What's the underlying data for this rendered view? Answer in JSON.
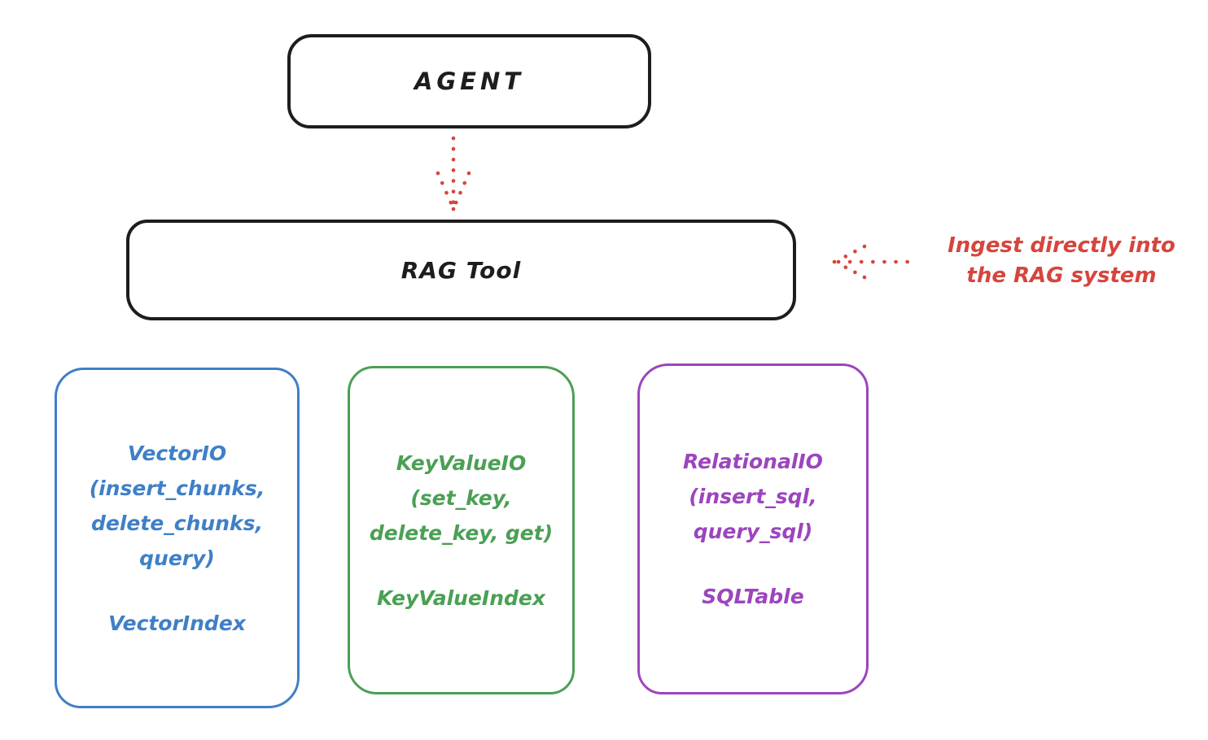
{
  "diagram": {
    "background": "#ffffff",
    "colors": {
      "ink": "#1d1d1d",
      "red_accent": "#d6453d",
      "blue": "#3f7fc7",
      "green": "#4aa054",
      "purple": "#9c45bd"
    },
    "agent_node": {
      "label": "AGENT"
    },
    "rag_tool_node": {
      "label": "RAG Tool"
    },
    "annotation": {
      "line1": "Ingest directly into",
      "line2": "the RAG system"
    },
    "vector_node": {
      "lines": [
        "VectorIO",
        "(insert_chunks,",
        "delete_chunks,",
        "query)"
      ],
      "index_label": "VectorIndex"
    },
    "keyvalue_node": {
      "lines": [
        "KeyValueIO",
        "(set_key,",
        "delete_key, get)"
      ],
      "index_label": "KeyValueIndex"
    },
    "relational_node": {
      "lines": [
        "RelationalIO",
        "(insert_sql,",
        "query_sql)"
      ],
      "index_label": "SQLTable"
    }
  }
}
